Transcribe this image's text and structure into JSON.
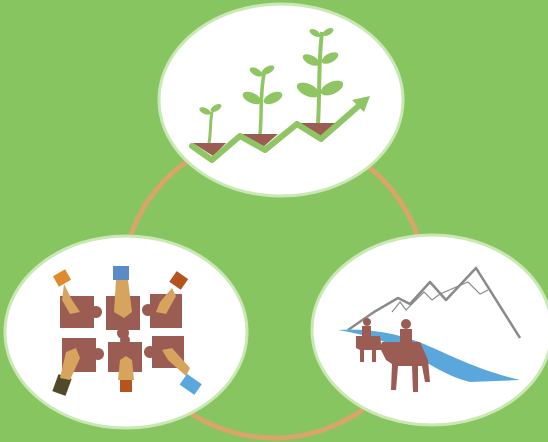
{
  "colors": {
    "background": "#86c55f",
    "ellipse_fill": "#ffffff",
    "ellipse_stroke": "#c9e8b3",
    "ring": "#d8a56a",
    "plant": "#8fc562",
    "soil": "#9b5c54",
    "arrow": "#8fc562",
    "puzzle": "#9b5c54",
    "skin": "#d6a45c",
    "mountain": "#8a8a8a",
    "river": "#5aa8db",
    "rider": "#9b5c54"
  },
  "illustrations": [
    {
      "name": "growth-plants",
      "icon": "seedling-growth-arrow-icon"
    },
    {
      "name": "teamwork-puzzle",
      "icon": "hands-puzzle-icon"
    },
    {
      "name": "journey-riders",
      "icon": "horse-riders-mountains-icon"
    }
  ]
}
